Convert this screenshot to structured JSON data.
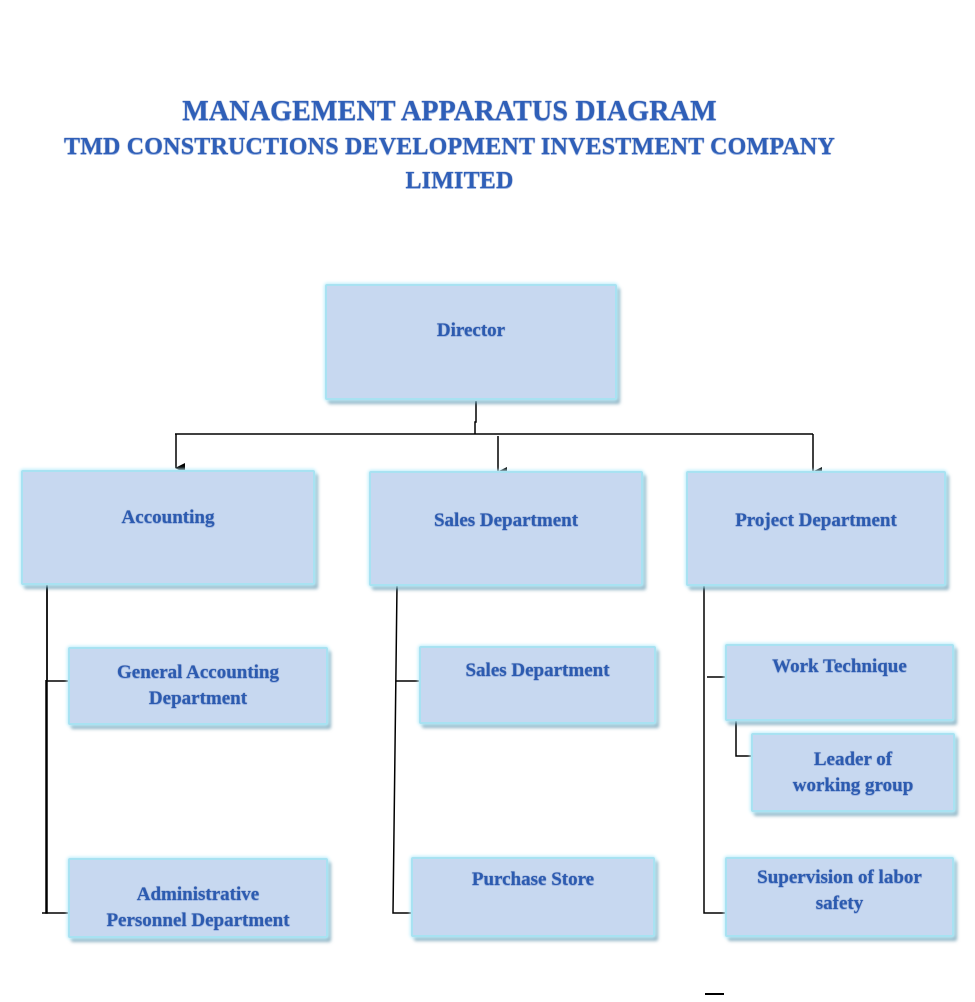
{
  "header": {
    "title": "MANAGEMENT APPARATUS DIAGRAM",
    "company_line1": "TMD CONSTRUCTIONS DEVELOPMENT INVESTMENT COMPANY",
    "company_line2": "LIMITED"
  },
  "colors": {
    "box_fill": "#c7d8f0",
    "box_border": "#a8e2f2",
    "text": "#2c5bb0",
    "connector": "#000000"
  },
  "org_chart": {
    "root": {
      "label": "Director",
      "children": [
        {
          "label": "Accounting",
          "children": [
            {
              "label": "General Accounting Department"
            },
            {
              "label": "Administrative Personnel Department"
            }
          ]
        },
        {
          "label": "Sales Department",
          "children": [
            {
              "label": "Sales Department"
            },
            {
              "label": "Purchase Store"
            }
          ]
        },
        {
          "label": "Project Department",
          "children": [
            {
              "label": "Work Technique",
              "children": [
                {
                  "label": "Leader of working group"
                }
              ]
            },
            {
              "label": "Supervision of labor safety"
            }
          ]
        }
      ]
    }
  },
  "labels": {
    "director": "Director",
    "accounting": "Accounting",
    "sales": "Sales Department",
    "project": "Project Department",
    "general_accounting": [
      "General Accounting",
      "Department"
    ],
    "admin_personnel": [
      "Administrative",
      "Personnel Department"
    ],
    "sales_sub": "Sales Department",
    "purchase_store": "Purchase Store",
    "work_technique": "Work Technique",
    "leader_working_group": [
      "Leader of",
      "working group"
    ],
    "labor_safety": [
      "Supervision of labor",
      "safety"
    ]
  }
}
